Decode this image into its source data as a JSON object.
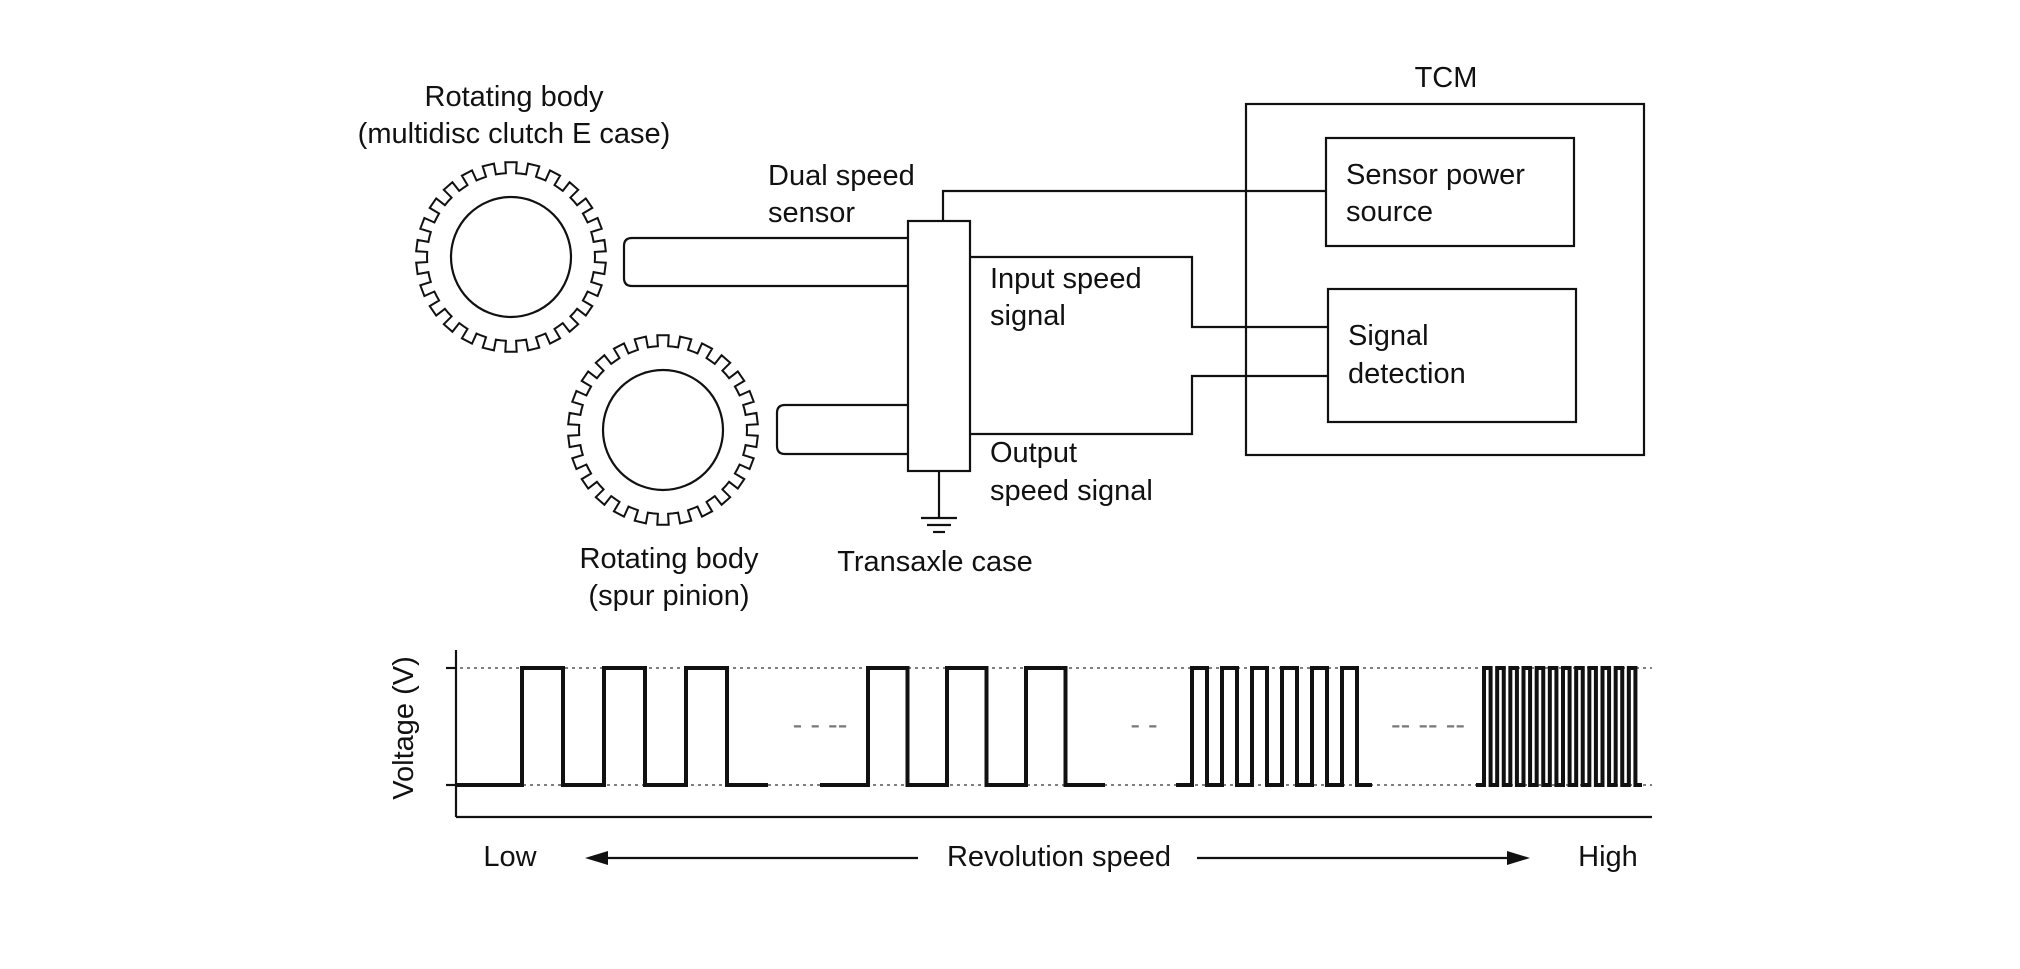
{
  "labels": {
    "tcm": "TCM",
    "rotating_body_top_line1": "Rotating body",
    "rotating_body_top_line2": "(multidisc clutch E case)",
    "rotating_body_bottom_line1": "Rotating body",
    "rotating_body_bottom_line2": "(spur pinion)",
    "dual_speed_sensor_line1": "Dual speed",
    "dual_speed_sensor_line2": "sensor",
    "input_speed_signal_line1": "Input speed",
    "input_speed_signal_line2": "signal",
    "output_speed_signal_line1": "Output",
    "output_speed_signal_line2": "speed signal",
    "transaxle_case": "Transaxle case",
    "sensor_power_source_line1": "Sensor power",
    "sensor_power_source_line2": "source",
    "signal_detection_line1": "Signal",
    "signal_detection_line2": "detection"
  },
  "waveform": {
    "y_axis_label": "Voltage (V)",
    "low_label": "Low",
    "high_label": "High",
    "axis_caption": "Revolution speed",
    "segments": [
      {
        "speed": "low",
        "pulse_count": 3
      },
      {
        "speed": "medium",
        "pulse_count": 3
      },
      {
        "speed": "higher",
        "pulse_count": 6
      },
      {
        "speed": "highest",
        "pulse_count": 12
      }
    ]
  }
}
